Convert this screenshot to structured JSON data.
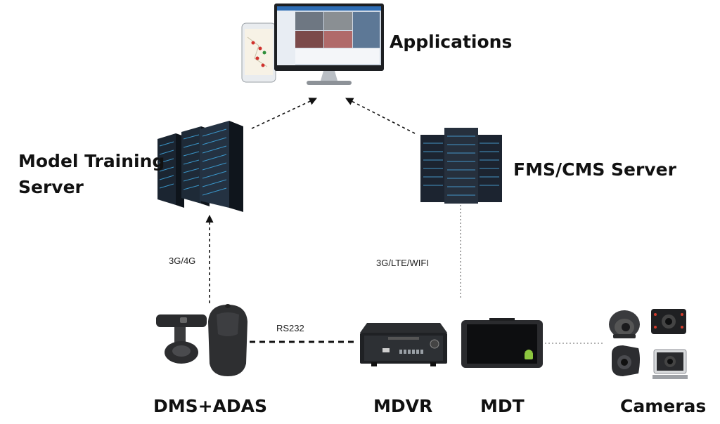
{
  "nodes": {
    "applications": "Applications",
    "model_training_server_line1": "Model Training",
    "model_training_server_line2": "Server",
    "fms_cms_server": "FMS/CMS Server",
    "dms_adas": "DMS+ADAS",
    "mdvr": "MDVR",
    "mdt": "MDT",
    "cameras": "Cameras"
  },
  "links": {
    "dms_to_model_server": "3G/4G",
    "mdvr_to_fms_server": "3G/LTE/WIFI",
    "dms_to_mdvr": "RS232"
  }
}
